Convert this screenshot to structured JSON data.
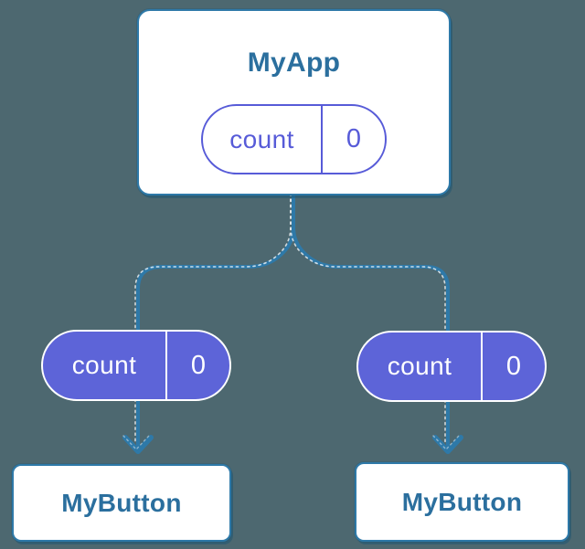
{
  "diagram": {
    "description": "React component tree: parent passes count state as props to two child buttons",
    "background_color": "#4d6870",
    "teal_color": "#2e79a8",
    "purple_color": "#575bd8",
    "purple_fill_color": "#5d64d8",
    "parent": {
      "title": "MyApp",
      "state_key": "count",
      "state_value": "0"
    },
    "props": [
      {
        "key": "count",
        "value": "0"
      },
      {
        "key": "count",
        "value": "0"
      }
    ],
    "children": [
      {
        "title": "MyButton"
      },
      {
        "title": "MyButton"
      }
    ]
  }
}
